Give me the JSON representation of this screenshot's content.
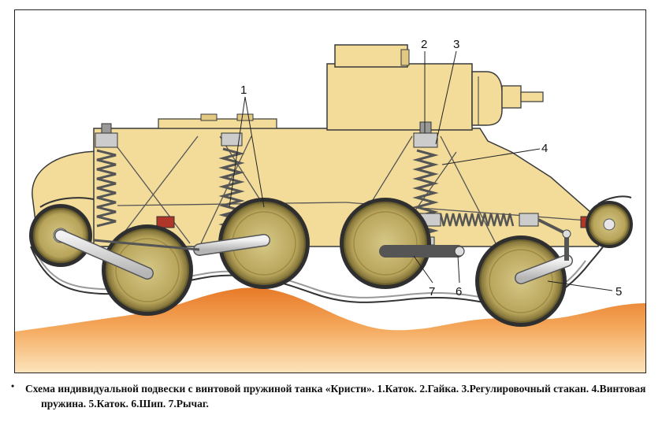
{
  "diagram": {
    "labels": [
      {
        "id": "1",
        "text": "1"
      },
      {
        "id": "2",
        "text": "2"
      },
      {
        "id": "3",
        "text": "3"
      },
      {
        "id": "4",
        "text": "4"
      },
      {
        "id": "5",
        "text": "5"
      },
      {
        "id": "6",
        "text": "6"
      },
      {
        "id": "7",
        "text": "7"
      }
    ],
    "colors": {
      "hull": "#f3dc9a",
      "hull_outline": "#3a3a3a",
      "ground_top": "#e8832e",
      "ground_bottom": "#fbe3b8",
      "wheel_rim": "#9a8a4a",
      "wheel_face": "#c6b46a",
      "spring": "#777777",
      "arm": "#d9d9d9",
      "damper_block": "#b0362a"
    }
  },
  "caption": {
    "bullet": "•",
    "line1": "Схема индивидуальной подвески с винтовой пружиной танка «Кристи». 1.Каток. 2.Гайка. 3.Регулировочный стакан. 4.Винтовая",
    "line2": "пружина. 5.Каток. 6.Шип. 7.Рычаг."
  }
}
